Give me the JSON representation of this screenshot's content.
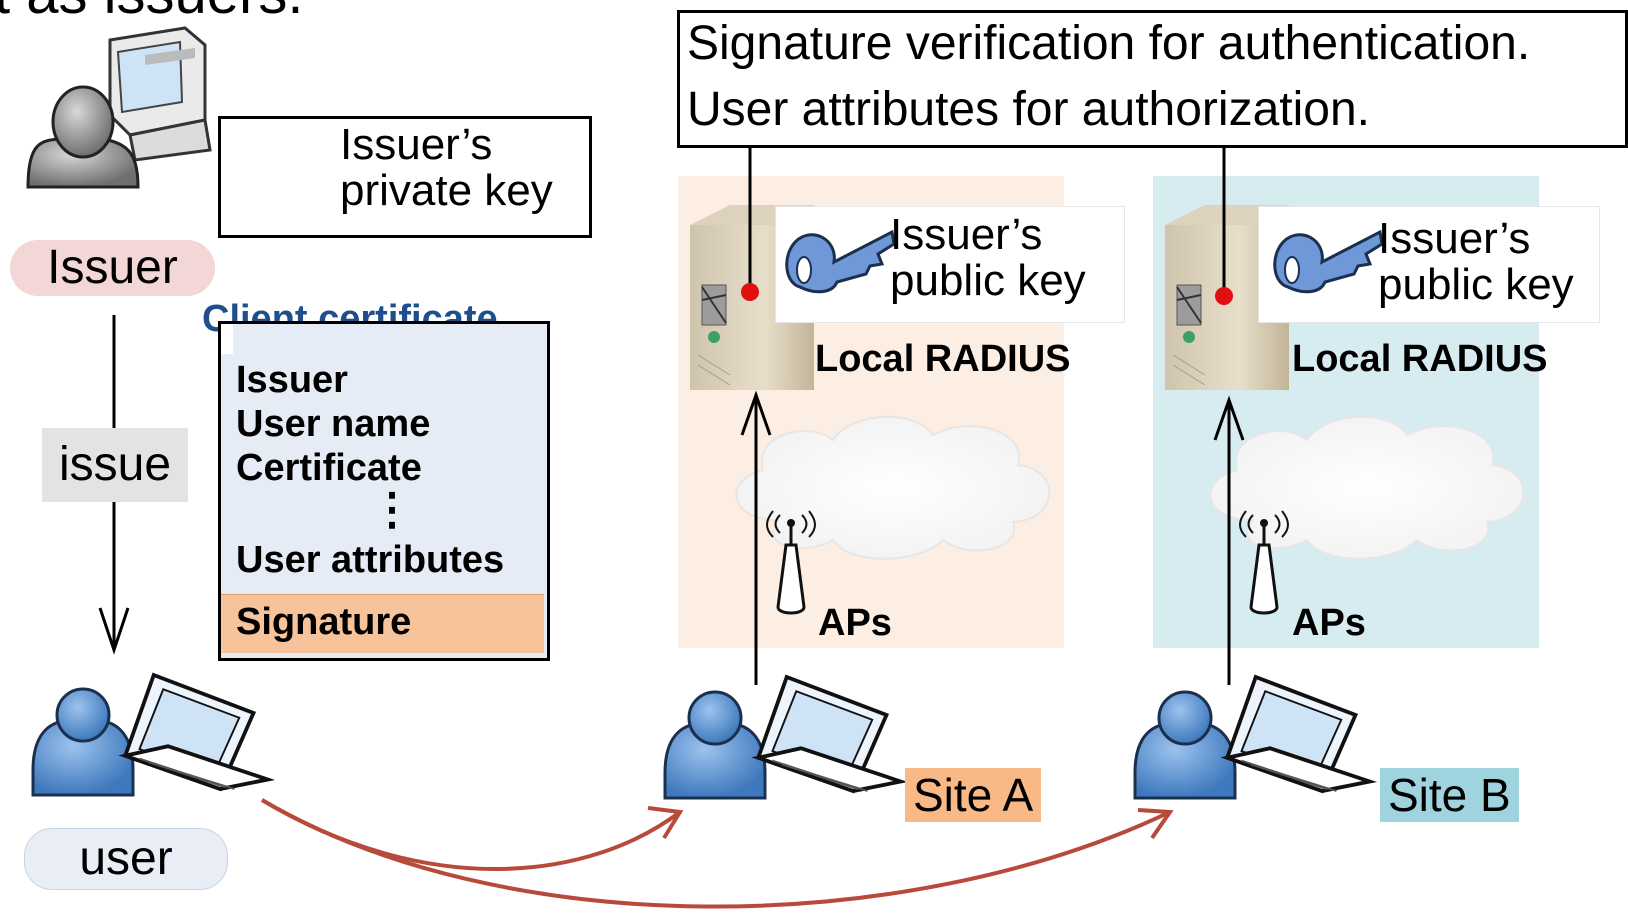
{
  "top_partial_text": "t as issuers.",
  "issuer_label": "Issuer",
  "issue_label": "issue",
  "user_label": "user",
  "private_key_box": {
    "line1": "Issuer’s",
    "line2": "private key"
  },
  "certificate": {
    "title": "Client certificate",
    "fields": [
      "Issuer",
      "User name",
      "Certificate"
    ],
    "ellipsis": "⋮",
    "attributes": "User attributes",
    "signature": "Signature"
  },
  "verification_box": {
    "line1": "Signature verification for authentication.",
    "line2": "User attributes for authorization."
  },
  "site_a": {
    "public_key_line1": "Issuer’s",
    "public_key_line2": "public key",
    "server_label": "Local RADIUS",
    "ap_label": "APs",
    "site_label": "Site A"
  },
  "site_b": {
    "public_key_line1": "Issuer’s",
    "public_key_line2": "public key",
    "server_label": "Local RADIUS",
    "ap_label": "APs",
    "site_label": "Site B"
  },
  "colors": {
    "issuer_pill": "#f3d6d6",
    "user_pill": "#e9eef6",
    "cert_title": "#1f4e8c",
    "signature_bg": "#f7c39a",
    "site_a_bg": "#fdeee3",
    "site_b_bg": "#d7ecf1",
    "site_a_label_bg": "#f8b987",
    "site_b_label_bg": "#9fd3de",
    "roam_arrow": "#b84a3c",
    "marker_dot": "#e01010"
  }
}
